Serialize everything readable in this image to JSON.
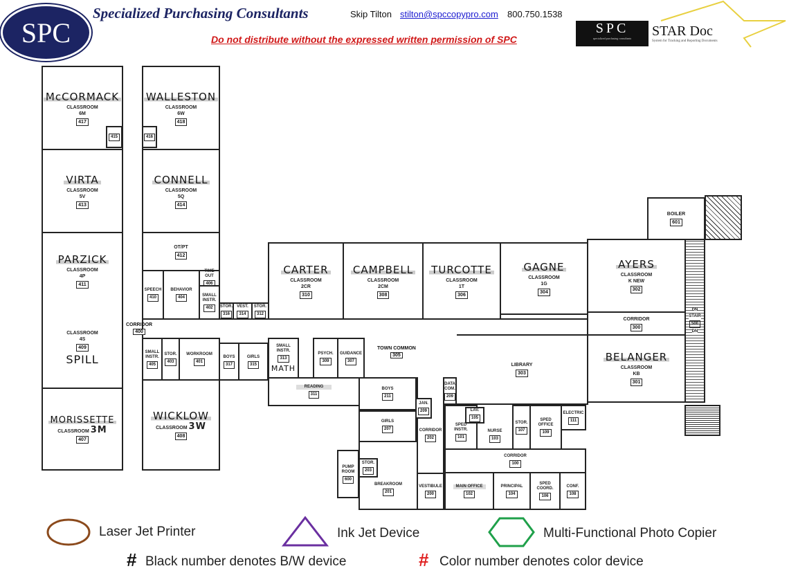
{
  "header": {
    "logo_text": "SPC",
    "company": "Specialized Purchasing Consultants",
    "contact_name": "Skip Tilton",
    "email": "stilton@spccopypro.com",
    "phone": "800.750.1538",
    "warning": "Do not distribute without the expressed written permission of SPC",
    "stardoc_logo": "SPC",
    "stardoc_title": "STAR Doc",
    "stardoc_sub": "specialized purchasing consultants",
    "stardoc_tagline": "System for Tracking and Reporting Documents"
  },
  "rooms": {
    "417": {
      "teacher": "McCORMACK",
      "label": "CLASSROOM\n6M",
      "number": "417"
    },
    "415": {
      "number": "415"
    },
    "418": {
      "teacher": "WALLESTON",
      "label": "CLASSROOM\n6W",
      "number": "418"
    },
    "416": {
      "number": "416"
    },
    "413": {
      "teacher": "VIRTA",
      "label": "CLASSROOM\n5V",
      "number": "413"
    },
    "414": {
      "teacher": "CONNELL",
      "label": "CLASSROOM\n5Q",
      "number": "414"
    },
    "411": {
      "teacher": "PARZICK",
      "label": "CLASSROOM\n4P",
      "number": "411"
    },
    "409": {
      "teacher": "SPILL",
      "label": "CLASSROOM\n4S",
      "number": "409"
    },
    "407": {
      "teacher": "MORISSETTE",
      "label": "CLASSROOM",
      "hand": "3M",
      "number": "407"
    },
    "408": {
      "teacher": "WICKLOW",
      "label": "CLASSROOM",
      "hand": "3W",
      "number": "408"
    },
    "412": {
      "label": "OT/PT",
      "number": "412"
    },
    "410": {
      "label": "SPEECH",
      "number": "410"
    },
    "404": {
      "label": "BEHAVIOR",
      "number": "404"
    },
    "406": {
      "label": "TIME\nOUT",
      "number": "406"
    },
    "402": {
      "label": "SMALL\nINSTR.",
      "number": "402"
    },
    "400": {
      "label": "CORRIDOR",
      "number": "400"
    },
    "405": {
      "label": "SMALL\nINSTR.",
      "number": "405"
    },
    "403": {
      "label": "STOR.",
      "number": "403"
    },
    "401": {
      "label": "WORKROOM",
      "number": "401"
    },
    "316": {
      "label": "STOR.",
      "number": "316"
    },
    "314": {
      "label": "VEST.",
      "number": "314"
    },
    "312": {
      "label": "STOR.",
      "number": "312"
    },
    "317": {
      "label": "BOYS",
      "number": "317"
    },
    "315": {
      "label": "GIRLS",
      "number": "315"
    },
    "310": {
      "teacher": "CARTER",
      "label": "CLASSROOM\n2CR",
      "number": "310"
    },
    "308": {
      "teacher": "CAMPBELL",
      "label": "CLASSROOM\n2CM",
      "number": "308"
    },
    "306": {
      "teacher": "TURCOTTE",
      "label": "CLASSROOM\n1T",
      "number": "306"
    },
    "304": {
      "teacher": "GAGNE",
      "label": "CLASSROOM\n1G",
      "number": "304"
    },
    "302": {
      "teacher": "AYERS",
      "label": "CLASSROOM\nK NEW",
      "number": "302"
    },
    "601": {
      "label": "BOILER",
      "number": "601"
    },
    "300": {
      "label": "CORRIDOR",
      "number": "300"
    },
    "500": {
      "label": "STAIR",
      "number": "500",
      "dn": "DN"
    },
    "301": {
      "teacher": "BELANGER",
      "label": "CLASSROOM\nKB",
      "number": "301"
    },
    "305": {
      "label": "TOWN COMMON",
      "number": "305"
    },
    "313": {
      "label": "SMALL\nINSTR.",
      "hand": "MATH",
      "number": "313"
    },
    "309": {
      "label": "PSYCH.",
      "number": "309"
    },
    "307": {
      "label": "GUIDANCE",
      "number": "307"
    },
    "311": {
      "label": "READING",
      "number": "311"
    },
    "303": {
      "label": "LIBRARY",
      "number": "303"
    },
    "211": {
      "label": "BOYS",
      "number": "211"
    },
    "207": {
      "label": "GIRLS",
      "number": "207"
    },
    "209": {
      "label": "JAN.",
      "number": "209"
    },
    "209b": {
      "label": "DATA\nCOM.",
      "number": "209"
    },
    "202": {
      "label": "CORRIDOR",
      "number": "202"
    },
    "600": {
      "label": "PUMP\nROOM",
      "number": "600"
    },
    "203": {
      "label": "STOR.",
      "number": "203"
    },
    "201": {
      "label": "BREAKROOM",
      "number": "201"
    },
    "200": {
      "label": "VESTIBULE",
      "number": "200"
    },
    "101": {
      "label": "SPED\nINSTR.",
      "number": "101"
    },
    "105": {
      "label": "LAV.",
      "number": "105"
    },
    "103": {
      "label": "NURSE",
      "number": "103"
    },
    "107": {
      "label": "STOR.",
      "number": "107"
    },
    "109": {
      "label": "SPED\nOFFICE",
      "number": "109"
    },
    "111": {
      "label": "ELECTRIC",
      "number": "111"
    },
    "100": {
      "label": "CORRIDOR",
      "number": "100"
    },
    "102": {
      "label": "MAIN OFFICE",
      "number": "102"
    },
    "104": {
      "label": "PRINCIPAL",
      "number": "104"
    },
    "106": {
      "label": "SPED\nCOORD.",
      "number": "106"
    },
    "108": {
      "label": "CONF.",
      "number": "108"
    }
  },
  "legend": {
    "laser": "Laser Jet Printer",
    "inkjet": "Ink Jet Device",
    "mfp": "Multi-Functional Photo Copier",
    "hash": "#",
    "bw": "Black number denotes B/W device",
    "color": "Color number denotes color device",
    "colors": {
      "laser": "#8b4a1c",
      "inkjet": "#6a2fa0",
      "mfp": "#1fa04a",
      "color_hash": "#e02020"
    }
  }
}
